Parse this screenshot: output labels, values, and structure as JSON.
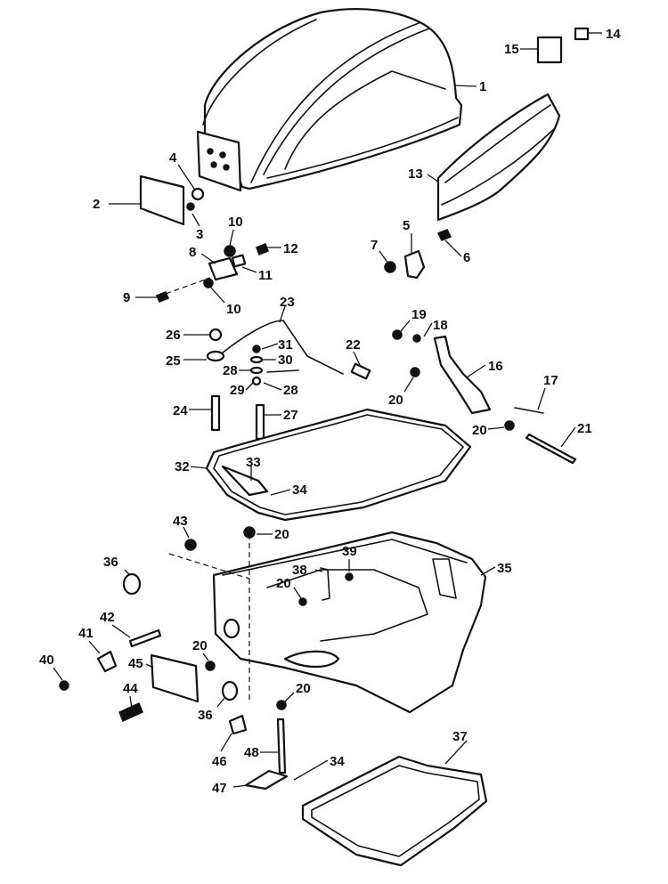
{
  "diagram": {
    "colors": {
      "ink": "#111111",
      "paper": "#ffffff"
    },
    "callouts": [
      {
        "id": "c1",
        "label": "1"
      },
      {
        "id": "c2",
        "label": "2"
      },
      {
        "id": "c3",
        "label": "3"
      },
      {
        "id": "c4",
        "label": "4"
      },
      {
        "id": "c5",
        "label": "5"
      },
      {
        "id": "c6",
        "label": "6"
      },
      {
        "id": "c7",
        "label": "7"
      },
      {
        "id": "c8",
        "label": "8"
      },
      {
        "id": "c9",
        "label": "9"
      },
      {
        "id": "c10a",
        "label": "10"
      },
      {
        "id": "c10b",
        "label": "10"
      },
      {
        "id": "c11",
        "label": "11"
      },
      {
        "id": "c12",
        "label": "12"
      },
      {
        "id": "c13",
        "label": "13"
      },
      {
        "id": "c14",
        "label": "14"
      },
      {
        "id": "c15",
        "label": "15"
      },
      {
        "id": "c16",
        "label": "16"
      },
      {
        "id": "c17",
        "label": "17"
      },
      {
        "id": "c18",
        "label": "18"
      },
      {
        "id": "c19",
        "label": "19"
      },
      {
        "id": "c20a",
        "label": "20"
      },
      {
        "id": "c20b",
        "label": "20"
      },
      {
        "id": "c20c",
        "label": "20"
      },
      {
        "id": "c20d",
        "label": "20"
      },
      {
        "id": "c20e",
        "label": "20"
      },
      {
        "id": "c20f",
        "label": "20"
      },
      {
        "id": "c21",
        "label": "21"
      },
      {
        "id": "c22",
        "label": "22"
      },
      {
        "id": "c23",
        "label": "23"
      },
      {
        "id": "c24",
        "label": "24"
      },
      {
        "id": "c25",
        "label": "25"
      },
      {
        "id": "c26",
        "label": "26"
      },
      {
        "id": "c27",
        "label": "27"
      },
      {
        "id": "c28a",
        "label": "28"
      },
      {
        "id": "c28b",
        "label": "28"
      },
      {
        "id": "c29",
        "label": "29"
      },
      {
        "id": "c30",
        "label": "30"
      },
      {
        "id": "c31",
        "label": "31"
      },
      {
        "id": "c32",
        "label": "32"
      },
      {
        "id": "c33",
        "label": "33"
      },
      {
        "id": "c34a",
        "label": "34"
      },
      {
        "id": "c34b",
        "label": "34"
      },
      {
        "id": "c35",
        "label": "35"
      },
      {
        "id": "c36a",
        "label": "36"
      },
      {
        "id": "c36b",
        "label": "36"
      },
      {
        "id": "c37",
        "label": "37"
      },
      {
        "id": "c38",
        "label": "38"
      },
      {
        "id": "c39",
        "label": "39"
      },
      {
        "id": "c40",
        "label": "40"
      },
      {
        "id": "c41",
        "label": "41"
      },
      {
        "id": "c42",
        "label": "42"
      },
      {
        "id": "c43",
        "label": "43"
      },
      {
        "id": "c44",
        "label": "44"
      },
      {
        "id": "c45",
        "label": "45"
      },
      {
        "id": "c46",
        "label": "46"
      },
      {
        "id": "c47",
        "label": "47"
      },
      {
        "id": "c48",
        "label": "48"
      }
    ]
  }
}
